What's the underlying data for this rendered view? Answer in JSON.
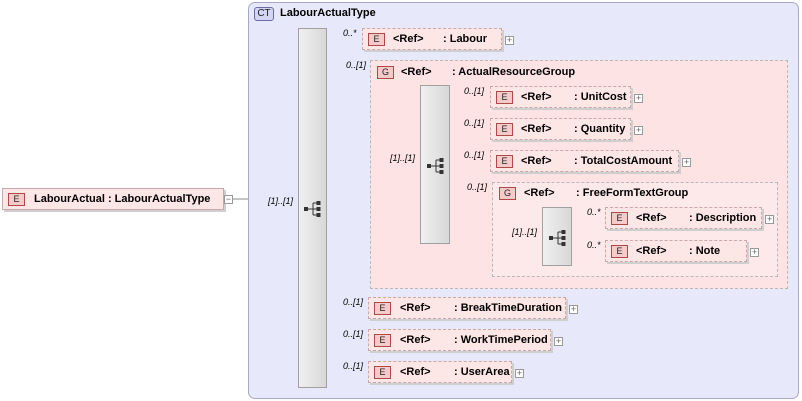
{
  "root": {
    "tag": "E",
    "label": "LabourActual : LabourActualType"
  },
  "complex_type": {
    "tag": "CT",
    "title": "LabourActualType"
  },
  "cardinalities": {
    "root_seq": "[1]..[1]",
    "labour": "0..*",
    "actual_group": "0..[1]",
    "group_seq": "[1]..[1]",
    "unit_cost": "0..[1]",
    "quantity": "0..[1]",
    "total_cost": "0..[1]",
    "free_form_group": "0..[1]",
    "free_seq": "[1]..[1]",
    "description": "0..*",
    "note": "0..*",
    "break_time": "0..[1]",
    "work_time": "0..[1]",
    "user_area": "0..[1]"
  },
  "elements": {
    "labour": {
      "tag": "E",
      "ref": "<Ref>",
      "name": ": Labour"
    },
    "actual_group": {
      "tag": "G",
      "ref": "<Ref>",
      "name": ": ActualResourceGroup"
    },
    "unit_cost": {
      "tag": "E",
      "ref": "<Ref>",
      "name": ": UnitCost"
    },
    "quantity": {
      "tag": "E",
      "ref": "<Ref>",
      "name": ": Quantity"
    },
    "total_cost": {
      "tag": "E",
      "ref": "<Ref>",
      "name": ": TotalCostAmount"
    },
    "free_form_group": {
      "tag": "G",
      "ref": "<Ref>",
      "name": ": FreeFormTextGroup"
    },
    "description": {
      "tag": "E",
      "ref": "<Ref>",
      "name": ": Description"
    },
    "note": {
      "tag": "E",
      "ref": "<Ref>",
      "name": ": Note"
    },
    "break_time": {
      "tag": "E",
      "ref": "<Ref>",
      "name": ": BreakTimeDuration"
    },
    "work_time": {
      "tag": "E",
      "ref": "<Ref>",
      "name": ": WorkTimePeriod"
    },
    "user_area": {
      "tag": "E",
      "ref": "<Ref>",
      "name": ": UserArea"
    }
  },
  "symbols": {
    "expand": "+",
    "collapse": "−"
  }
}
